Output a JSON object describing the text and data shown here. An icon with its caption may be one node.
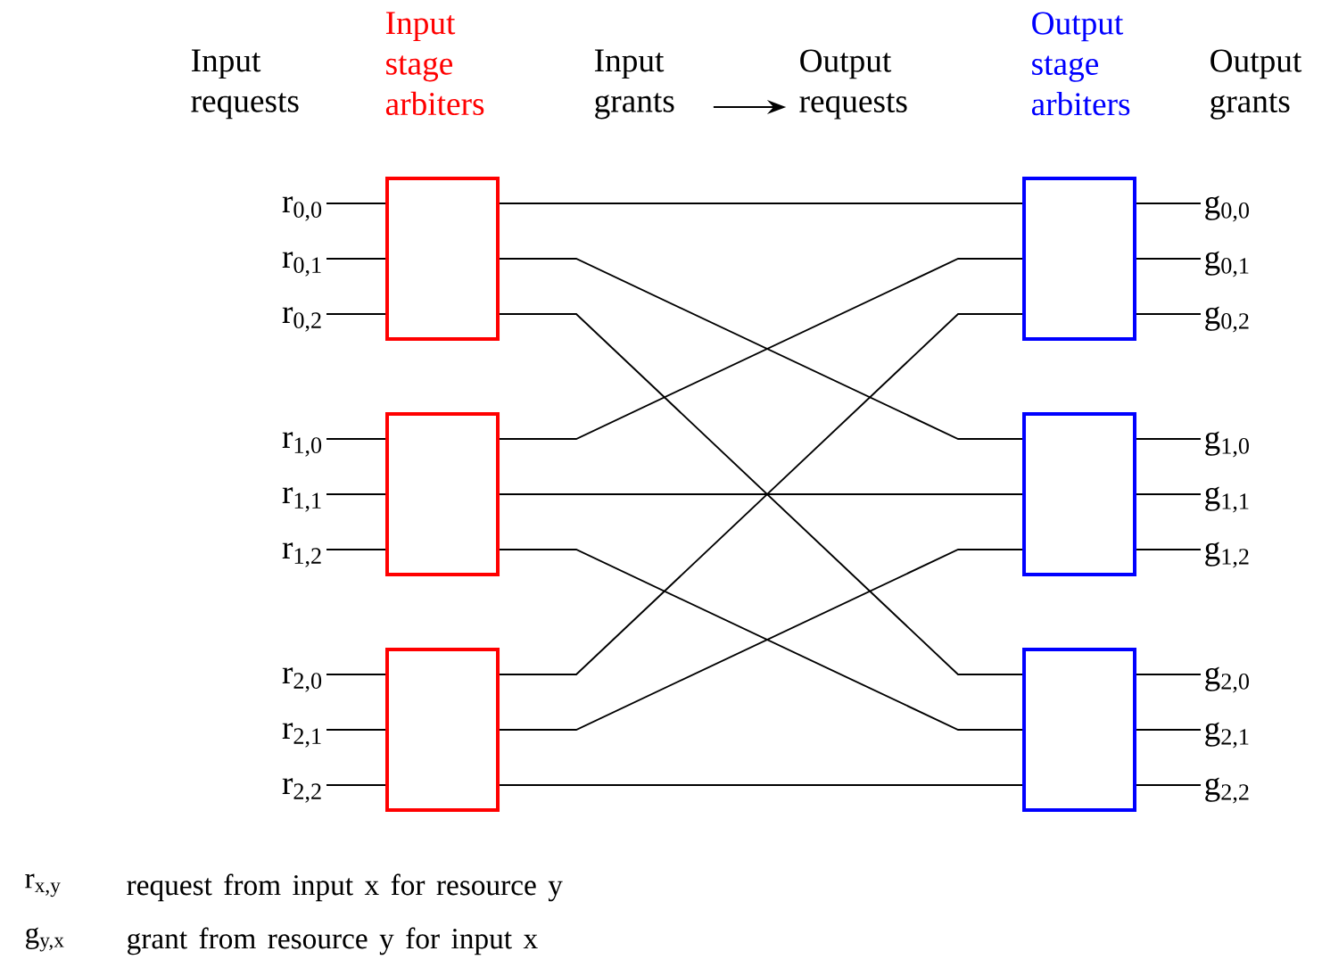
{
  "diagram": {
    "nodes": [
      {
        "text": [],
        "shape": "box"
      },
      {
        "text": [],
        "shape": "box"
      },
      {
        "text": [],
        "shape": "box"
      },
      {
        "text": [],
        "shape": "box"
      },
      {
        "text": [],
        "shape": "box"
      },
      {
        "text": [],
        "shape": "box"
      },
      {
        "text": [
          "r$_{0,0}$"
        ]
      },
      {
        "text": [
          "r$_{0,1}$"
        ]
      },
      {
        "text": [
          "r$_{0,2}$"
        ]
      },
      {
        "text": [
          "r$_{1,0}$"
        ]
      },
      {
        "text": [
          "r$_{1,1}$"
        ]
      },
      {
        "text": [
          "r$_{1,2}$"
        ]
      },
      {
        "text": [
          "r$_{2,0}$"
        ]
      },
      {
        "text": [
          "r$_{2,1}$"
        ]
      },
      {
        "text": [
          "r$_{2,2}$"
        ]
      },
      {
        "text": [
          "g$_{0,0}$"
        ]
      },
      {
        "text": [
          "g$_{0,1}$"
        ]
      },
      {
        "text": [
          "g$_{0,2}$"
        ]
      },
      {
        "text": [
          "g$_{1,0}$"
        ]
      },
      {
        "text": [
          "g$_{1,1}$"
        ]
      },
      {
        "text": [
          "g$_{1,2}$"
        ]
      },
      {
        "text": [
          "g$_{2,0}$"
        ]
      },
      {
        "text": [
          "g$_{2,1}$"
        ]
      },
      {
        "text": [
          "g$_{2,2}$"
        ]
      },
      {
        "text": [
          "Input grants"
        ]
      },
      {
        "text": [
          "Output requests"
        ]
      }
    ],
    "edges": [
      {
        "from": 6,
        "to": 0,
        "arrow": "none"
      },
      {
        "from": 7,
        "to": 0,
        "arrow": "none"
      },
      {
        "from": 8,
        "to": 0,
        "arrow": "none"
      },
      {
        "from": 9,
        "to": 1,
        "arrow": "none"
      },
      {
        "from": 10,
        "to": 1,
        "arrow": "none"
      },
      {
        "from": 11,
        "to": 1,
        "arrow": "none"
      },
      {
        "from": 12,
        "to": 2,
        "arrow": "none"
      },
      {
        "from": 13,
        "to": 2,
        "arrow": "none"
      },
      {
        "from": 14,
        "to": 2,
        "arrow": "none"
      },
      {
        "from": 0,
        "to": 3,
        "arrow": "none"
      },
      {
        "from": 0,
        "to": 4,
        "arrow": "none"
      },
      {
        "from": 0,
        "to": 5,
        "arrow": "none"
      },
      {
        "from": 1,
        "to": 3,
        "arrow": "none"
      },
      {
        "from": 1,
        "to": 4,
        "arrow": "none"
      },
      {
        "from": 1,
        "to": 5,
        "arrow": "none"
      },
      {
        "from": 2,
        "to": 3,
        "arrow": "none"
      },
      {
        "from": 2,
        "to": 4,
        "arrow": "none"
      },
      {
        "from": 2,
        "to": 5,
        "arrow": "none"
      },
      {
        "from": 3,
        "to": 15,
        "arrow": "none"
      },
      {
        "from": 3,
        "to": 16,
        "arrow": "none"
      },
      {
        "from": 3,
        "to": 17,
        "arrow": "none"
      },
      {
        "from": 4,
        "to": 18,
        "arrow": "none"
      },
      {
        "from": 4,
        "to": 19,
        "arrow": "none"
      },
      {
        "from": 4,
        "to": 20,
        "arrow": "none"
      },
      {
        "from": 5,
        "to": 21,
        "arrow": "none"
      },
      {
        "from": 5,
        "to": 22,
        "arrow": "none"
      },
      {
        "from": 5,
        "to": 23,
        "arrow": "none"
      },
      {
        "from": 24,
        "to": 25,
        "arrow": "to"
      }
    ],
    "labels": [
      "Input requests",
      "Input stage arbiters",
      "Output stage arbiters",
      "Output grants",
      "r$_{x,y}$",
      "request from input x for resource y",
      "g$_{y,x}$",
      "grant from resource y for input x"
    ]
  }
}
